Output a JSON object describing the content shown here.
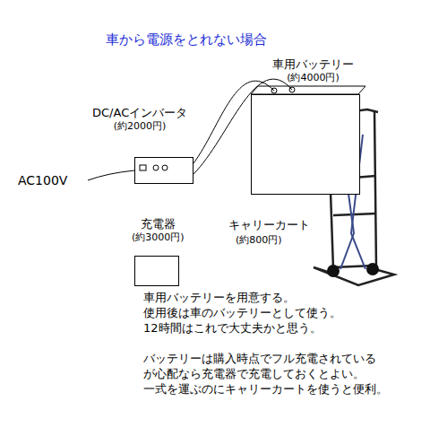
{
  "diagram": {
    "title": "車から電源をとれない場合",
    "nodes": [
      {
        "text": [
          "車用バッテリー",
          "(約4000円)"
        ]
      },
      {
        "text": [
          "DC/ACインバータ",
          "(約2000円)"
        ]
      },
      {
        "text": [
          "充電器",
          "(約3000円)"
        ]
      }
    ],
    "edges": [
      {
        "from": 1,
        "to": 0,
        "arrow": "none"
      },
      {
        "from": 1,
        "to": 0,
        "arrow": "none"
      }
    ],
    "labels": [
      "AC100V",
      "キャリーカート",
      "(約800円)",
      "車用バッテリーを用意する。",
      "使用後は車のバッテリーとして使う。",
      "12時間はこれで大丈夫かと思う。",
      "バッテリーは購入時点でフル充電されている",
      "が心配なら充電器で充電しておくとよい。",
      "一式を運ぶのにキャリーカートを使うと便利。"
    ]
  }
}
